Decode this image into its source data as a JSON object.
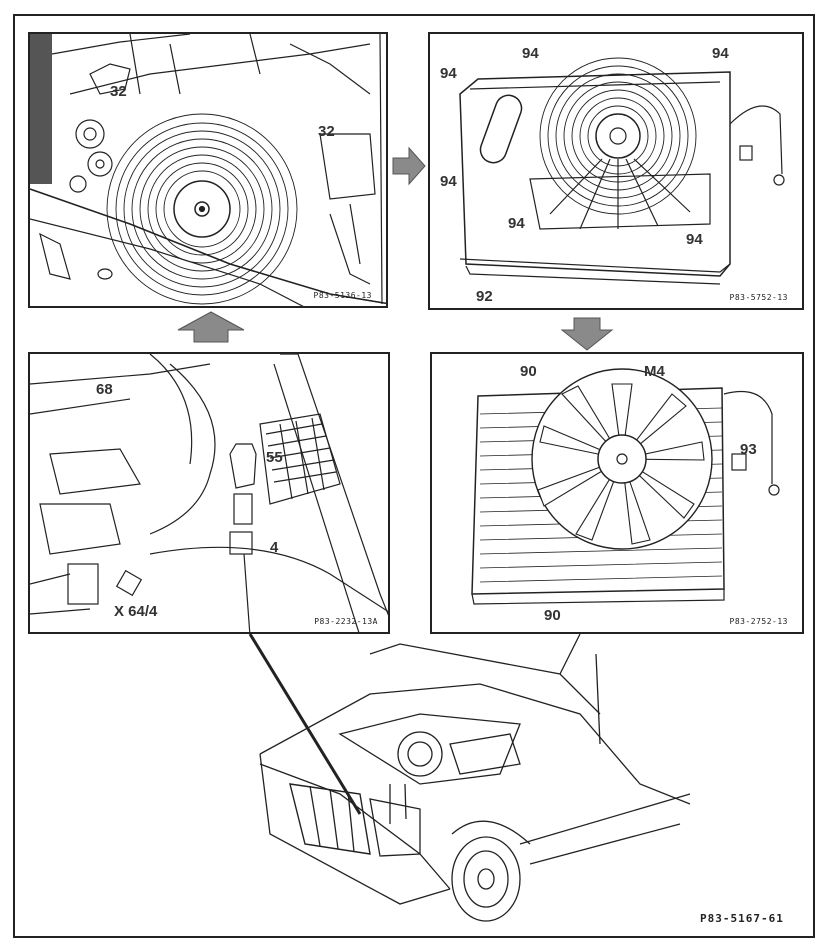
{
  "panels": {
    "tl": {
      "code": "P83-5136-13",
      "labels": [
        "32",
        "32"
      ]
    },
    "tr": {
      "code": "P83-5752-13",
      "labels": [
        "94",
        "94",
        "94",
        "94",
        "94",
        "94",
        "92"
      ]
    },
    "ml": {
      "code": "P83-2232-13A",
      "labels": [
        "68",
        "55",
        "4",
        "X 64/4"
      ]
    },
    "mr": {
      "code": "P83-2752-13",
      "labels": [
        "90",
        "M4",
        "93",
        "90"
      ]
    }
  },
  "figure_code": "P83-5167-61",
  "colors": {
    "line": "#222222",
    "arrow": "#8a8a8a",
    "paper": "#ffffff"
  }
}
